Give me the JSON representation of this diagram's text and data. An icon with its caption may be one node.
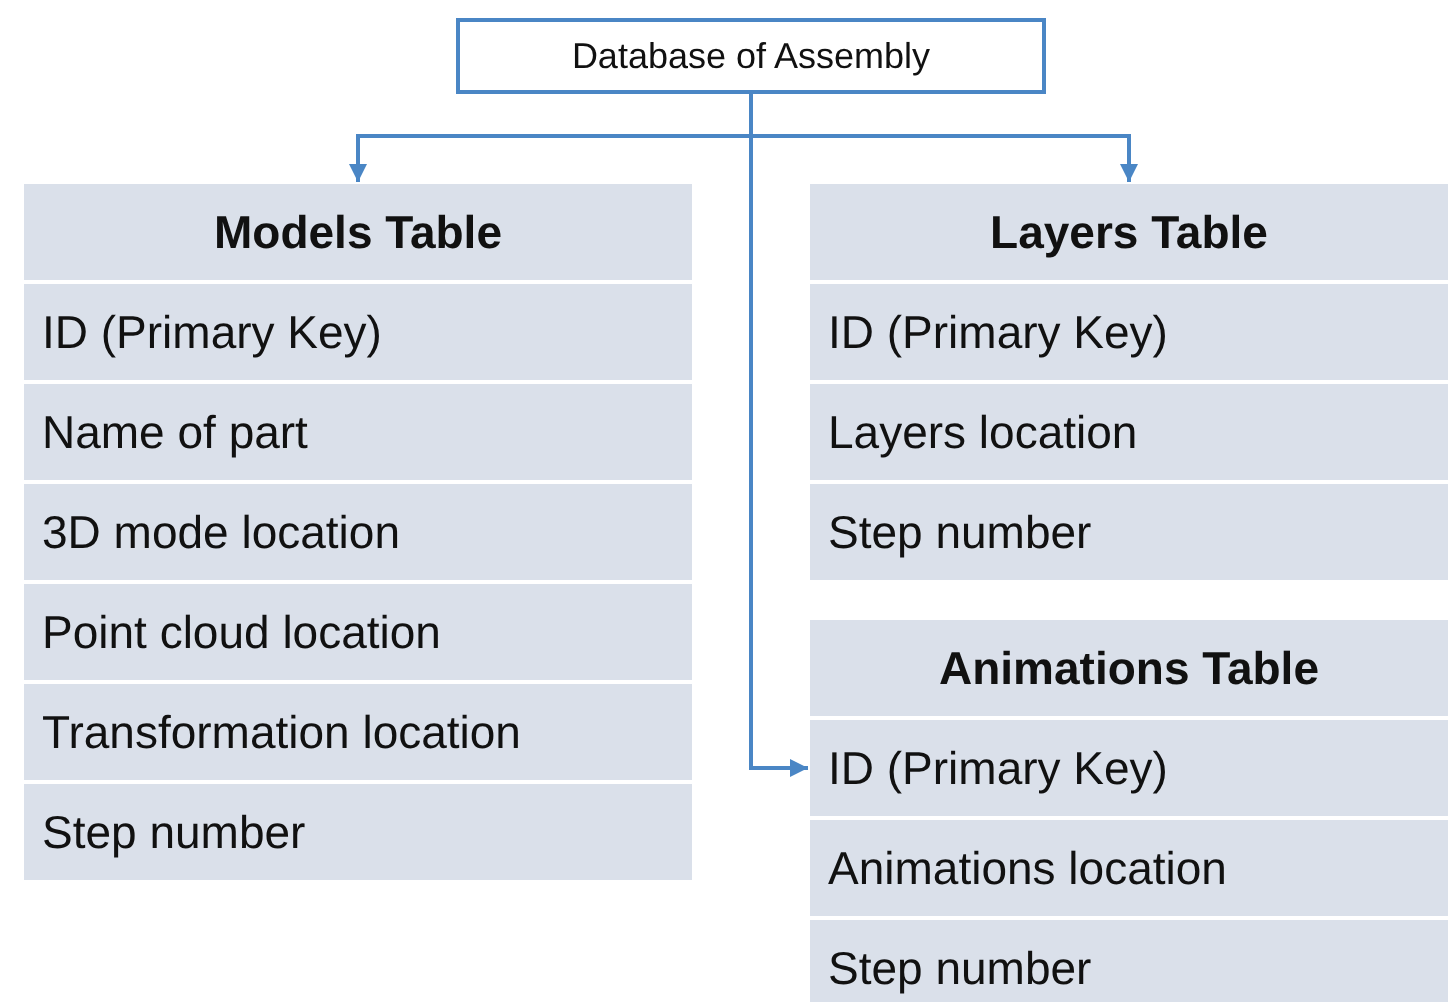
{
  "diagram": {
    "nodes": [
      {
        "text": [
          "Database of Assembly"
        ]
      },
      {
        "text": [
          "Models Table"
        ]
      },
      {
        "text": [
          "ID (Primary Key)"
        ],
        "in": 1
      },
      {
        "text": [
          "Name of part"
        ],
        "in": 1
      },
      {
        "text": [
          "3D mode location"
        ],
        "in": 1
      },
      {
        "text": [
          "Point cloud location"
        ],
        "in": 1
      },
      {
        "text": [
          "Transformation location"
        ],
        "in": 1
      },
      {
        "text": [
          "Step number"
        ],
        "in": 1
      },
      {
        "text": [
          "Layers Table"
        ]
      },
      {
        "text": [
          "ID (Primary Key)"
        ],
        "in": 8
      },
      {
        "text": [
          "Layers location"
        ],
        "in": 8
      },
      {
        "text": [
          "Step number"
        ],
        "in": 8
      },
      {
        "text": [
          "Animations Table"
        ]
      },
      {
        "text": [
          "ID (Primary Key)"
        ],
        "in": 12
      },
      {
        "text": [
          "Animations location"
        ],
        "in": 12
      },
      {
        "text": [
          "Step number"
        ],
        "in": 12
      }
    ],
    "edges": [
      {
        "from": 0,
        "to": 1,
        "arrow": "to"
      },
      {
        "from": 0,
        "to": 8,
        "arrow": "to"
      },
      {
        "from": 0,
        "to": 12,
        "arrow": "to"
      }
    ]
  }
}
